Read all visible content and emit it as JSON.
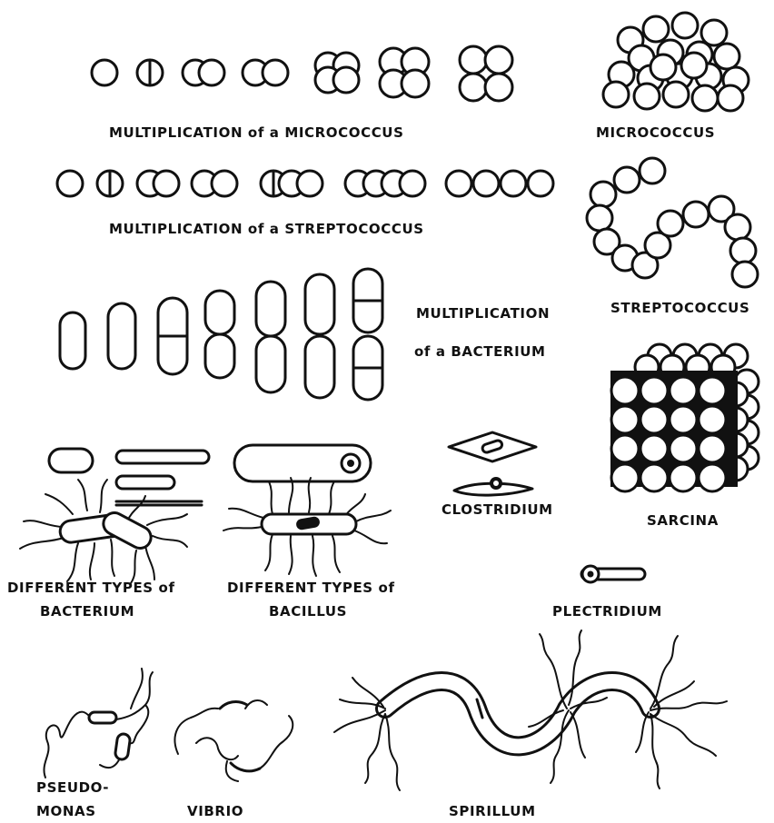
{
  "labels": {
    "mult_micrococcus": "MULTIPLICATION of a MICROCOCCUS",
    "micrococcus": "MICROCOCCUS",
    "mult_streptococcus": "MULTIPLICATION of a STREPTOCOCCUS",
    "streptococcus": "STREPTOCOCCUS",
    "mult_bacterium_1": "MULTIPLICATION",
    "mult_bacterium_2": "of a BACTERIUM",
    "clostridium": "CLOSTRIDIUM",
    "sarcina": "SARCINA",
    "types_bacterium_1": "DIFFERENT TYPES of",
    "types_bacterium_2": "BACTERIUM",
    "types_bacillus_1": "DIFFERENT TYPES of",
    "types_bacillus_2": "BACILLUS",
    "plectridium": "PLECTRIDIUM",
    "pseudomonas_1": "PSEUDO-",
    "pseudomonas_2": "MONAS",
    "vibrio": "VIBRIO",
    "spirillum": "SPIRILLUM"
  },
  "colors": {
    "ink": "#111111",
    "background": "#ffffff"
  }
}
